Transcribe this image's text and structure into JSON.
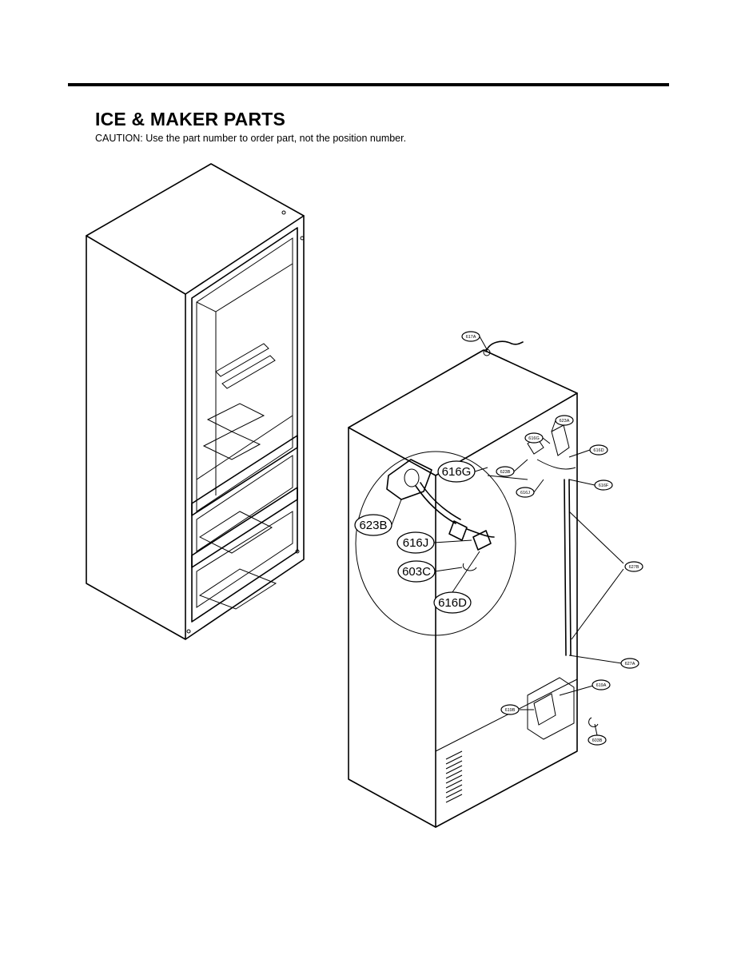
{
  "header": {
    "title": "ICE & MAKER PARTS",
    "caution": "CAUTION: Use the part number to order part, not the position number."
  },
  "callouts": {
    "zoom": {
      "p623B": "623B",
      "p616G": "616G",
      "p616J": "616J",
      "p603C": "603C",
      "p616D": "616D"
    },
    "main": {
      "p617A": "617A",
      "p616G": "616G",
      "p623A": "623A",
      "p616D": "616D",
      "p623B": "623B",
      "p616J": "616J",
      "p616F": "616F",
      "p627B": "627B",
      "p627A": "627A",
      "p619A": "619A",
      "p619B": "619B",
      "p603B": "603B"
    }
  }
}
